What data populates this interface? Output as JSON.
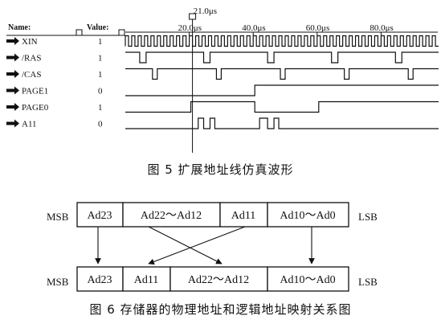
{
  "timing": {
    "header": {
      "name": "Name:",
      "value": "Value:"
    },
    "cursor_label": "21.0μs",
    "ticks": [
      "20.0μs",
      "40.0μs",
      "60.0μs",
      "80.0μs"
    ],
    "time_range_us": [
      0,
      100
    ],
    "cursor_us": 21.0,
    "signals": [
      {
        "name": "XIN",
        "value": "1",
        "kind": "clock",
        "period_us": 2.0
      },
      {
        "name": "/RAS",
        "value": "1",
        "kind": "pulses",
        "base": 1,
        "pulses_us": [
          [
            4.5,
            6.5
          ],
          [
            24.5,
            26.5
          ],
          [
            44.5,
            46.5
          ],
          [
            64.5,
            66.5
          ],
          [
            84.5,
            86.5
          ]
        ]
      },
      {
        "name": "/CAS",
        "value": "1",
        "kind": "pulses",
        "base": 1,
        "pulses_us": [
          [
            8.5,
            10.0
          ],
          [
            28.5,
            30.0
          ],
          [
            48.5,
            50.0
          ],
          [
            68.5,
            70.0
          ],
          [
            88.5,
            90.0
          ]
        ]
      },
      {
        "name": "PAGE1",
        "value": "0",
        "kind": "pulses",
        "base": 0,
        "pulses_us": [
          [
            40.5,
            100
          ]
        ]
      },
      {
        "name": "PAGE0",
        "value": "1",
        "kind": "pulses",
        "base": 0,
        "pulses_us": [
          [
            20.5,
            40.5
          ],
          [
            60.5,
            100
          ]
        ]
      },
      {
        "name": "A11",
        "value": "0",
        "kind": "pulses",
        "base": 0,
        "pulses_us": [
          [
            22.8,
            24.5
          ],
          [
            26.5,
            28.0
          ],
          [
            42.0,
            44.5
          ],
          [
            46.5,
            48.0
          ]
        ]
      }
    ]
  },
  "figure5_caption": "图 5  扩展地址线仿真波形",
  "mapping": {
    "msb": "MSB",
    "lsb": "LSB",
    "top_row": [
      "Ad23",
      "Ad22～Ad12",
      "Ad11",
      "Ad10～Ad0"
    ],
    "bottom_row": [
      "Ad23",
      "Ad11",
      "Ad22～Ad12",
      "Ad10～Ad0"
    ]
  },
  "figure6_caption": "图 6  存储器的物理地址和逻辑地址映射关系图"
}
